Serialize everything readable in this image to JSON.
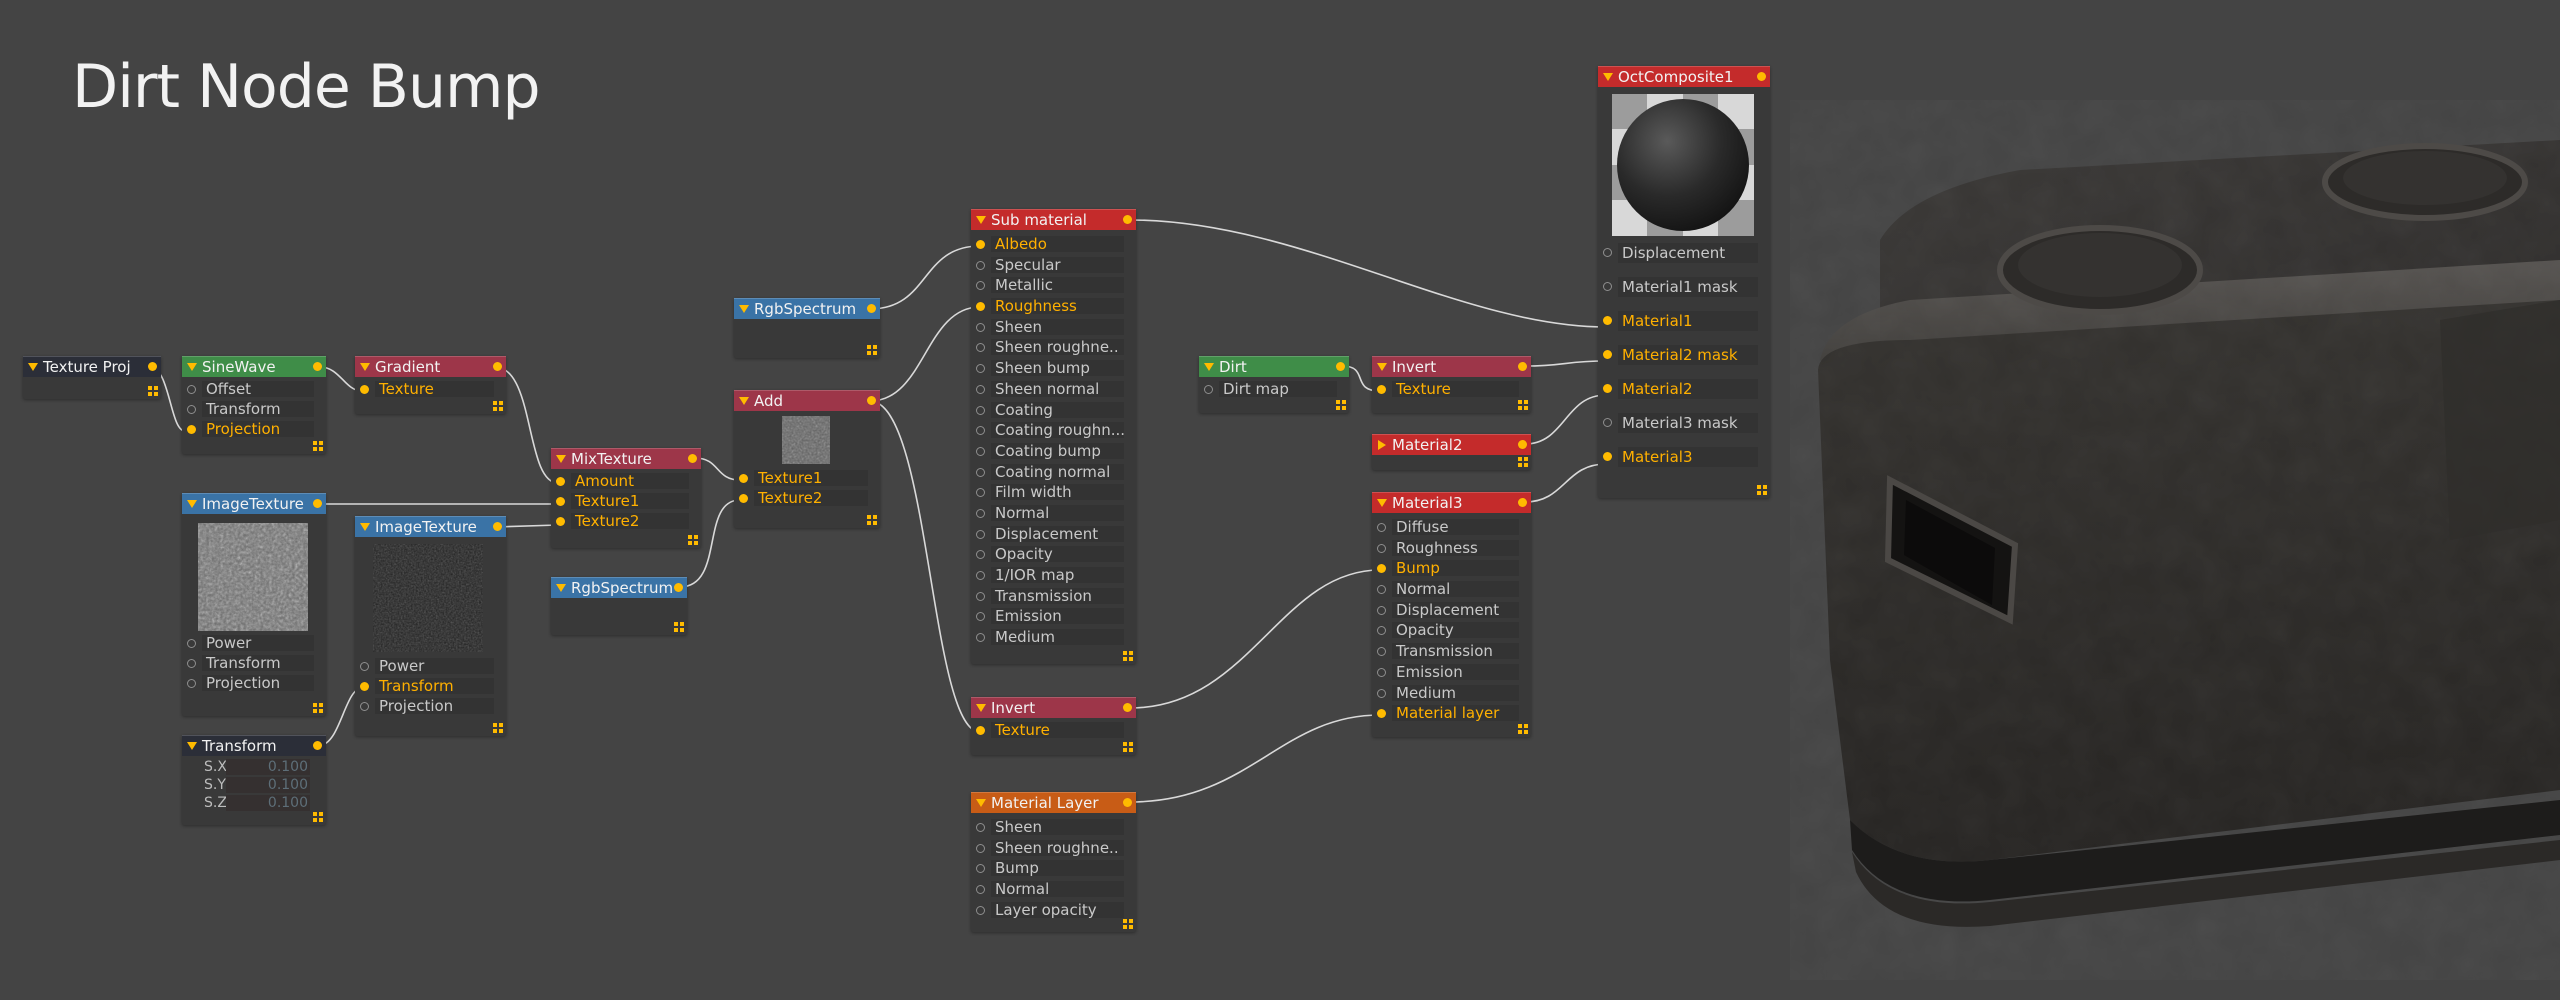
{
  "page_title": "Dirt Node Bump",
  "colors": {
    "background": "#444444",
    "node_body": "#393939",
    "header_material": "#c42b2b",
    "header_texture": "#9d3649",
    "header_generator": "#3f8d48",
    "header_image": "#3a73a6",
    "header_layer": "#c85c16",
    "header_projection": "#2b2e38",
    "active_pin": "#ffbb00",
    "wire": "#d9d9d9"
  },
  "nodes": {
    "texture_proj": {
      "title": "Texture Proj"
    },
    "sinewave": {
      "title": "SineWave",
      "pins": [
        "Offset",
        "Transform",
        "Projection"
      ]
    },
    "gradient": {
      "title": "Gradient",
      "pins": [
        "Texture"
      ]
    },
    "image_texture_1": {
      "title": "ImageTexture",
      "pins": [
        "Power",
        "Transform",
        "Projection"
      ]
    },
    "image_texture_2": {
      "title": "ImageTexture",
      "pins": [
        "Power",
        "Transform",
        "Projection"
      ]
    },
    "transform": {
      "title": "Transform",
      "values": [
        {
          "key": "S.X",
          "value": "0.100"
        },
        {
          "key": "S.Y",
          "value": "0.100"
        },
        {
          "key": "S.Z",
          "value": "0.100"
        }
      ]
    },
    "mixtexture": {
      "title": "MixTexture",
      "pins": [
        "Amount",
        "Texture1",
        "Texture2"
      ]
    },
    "rgbspectrum_1": {
      "title": "RgbSpectrum"
    },
    "rgbspectrum_2": {
      "title": "RgbSpectrum"
    },
    "add": {
      "title": "Add",
      "pins": [
        "Texture1",
        "Texture2"
      ]
    },
    "sub_material": {
      "title": "Sub material",
      "pins": [
        "Albedo",
        "Specular",
        "Metallic",
        "Roughness",
        "Sheen",
        "Sheen roughne..",
        "Sheen bump",
        "Sheen normal",
        "Coating",
        "Coating roughn...",
        "Coating bump",
        "Coating normal",
        "Film width",
        "Normal",
        "Displacement",
        "Opacity",
        "1/IOR map",
        "Transmission",
        "Emission",
        "Medium"
      ]
    },
    "invert_1": {
      "title": "Invert",
      "pins": [
        "Texture"
      ]
    },
    "material_layer": {
      "title": "Material Layer",
      "pins": [
        "Sheen",
        "Sheen roughne..",
        "Bump",
        "Normal",
        "Layer opacity"
      ]
    },
    "dirt": {
      "title": "Dirt",
      "pins": [
        "Dirt map"
      ]
    },
    "invert_2": {
      "title": "Invert",
      "pins": [
        "Texture"
      ]
    },
    "material2": {
      "title": "Material2"
    },
    "material3": {
      "title": "Material3",
      "pins": [
        "Diffuse",
        "Roughness",
        "Bump",
        "Normal",
        "Displacement",
        "Opacity",
        "Transmission",
        "Emission",
        "Medium",
        "Material layer"
      ]
    },
    "octcomposite": {
      "title": "OctComposite1",
      "pins": [
        "Displacement",
        "Material1 mask",
        "Material1",
        "Material2 mask",
        "Material2",
        "Material3 mask",
        "Material3"
      ]
    }
  }
}
